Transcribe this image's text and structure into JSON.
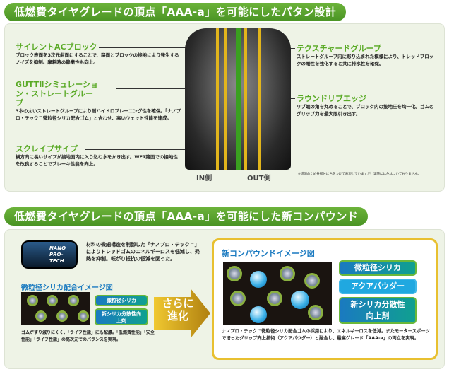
{
  "section1": {
    "title": "低燃費タイヤグレードの頂点「AAA-a」を可能にしたパタン設計",
    "features": [
      {
        "title": "サイレントACブロック",
        "desc": "ブロック表面を3次元曲面にすることで、路面とブロックの接地により発生するノイズを抑制。摩耗時の静粛性も向上。"
      },
      {
        "title": "GUTTⅡシミュレーション・ストレートグループ",
        "desc": "3本の太いストレートグループにより耐ハイドロプレーニング性を確保。「ナノプロ・テック™微粒径シリカ配合ゴム」と合わせ、高いウェット性能を達成。"
      },
      {
        "title": "スクレイプサイプ",
        "desc": "横方向に長いサイプが接地面内に入り込む水をかき出す。WET路面での接地性を改良することでブレーキ性能を向上。"
      },
      {
        "title": "テクスチャードグループ",
        "desc": "ストレートグループ内に彫り込まれた模様により、トレッドブロックの剛性を強化すると共に排水性を確保。"
      },
      {
        "title": "ラウンドリブエッジ",
        "desc": "リブ端の角を丸めることで、ブロック内の接地圧を均一化。ゴムのグリップ力を最大限引き出す。"
      }
    ],
    "in_label": "IN側",
    "out_label": "OUT側",
    "note": "※説明のため各部分に色をつけて表現していますが、実際には色はついておりません。"
  },
  "section2": {
    "title": "低燃費タイヤグレードの頂点「AAA-a」を可能にした新コンパウンド",
    "badge": [
      "NANO",
      "PRO-",
      "TECH"
    ],
    "intro": "材料の微細構造を制御した「ナノプロ・テック™」によりトレッドゴムのエネルギーロスを低減し、発熱を抑制。転がり抵抗の低減を図った。",
    "old_title": "微粒径シリカ配合イメージ図",
    "old_tags": [
      "微粒径シリカ",
      "新シリカ分散性向上剤"
    ],
    "old_desc": "ゴムがすり減りにくく、「ライフ性能」にも配慮。「低燃費性能」「安全性能」「ライフ性能」の高次元でのバランスを実現。",
    "arrow": [
      "さらに",
      "進化"
    ],
    "new_title": "新コンパウンドイメージ図",
    "new_tags": [
      "微粒径シリカ",
      "アクアパウダー",
      "新シリカ分散性向上剤"
    ],
    "new_desc": "ナノプロ・テック™微粒径シリカ配合ゴムの採用により、エネルギーロスを低減。またモータースポーツで培ったグリップ向上技術（アクアパウダー）と融合し、最高グレード「AAA-a」の両立を実現。"
  },
  "colors": {
    "green": "#5aaa26",
    "blue": "#1a7ac0",
    "gold": "#e8c030"
  }
}
